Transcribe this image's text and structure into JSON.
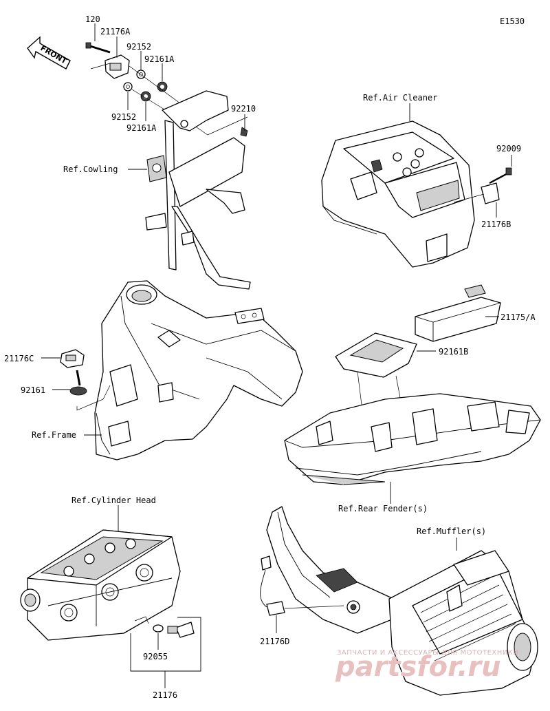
{
  "diagram_id": "E1530",
  "front_label": "FRONT",
  "labels": {
    "p120": "120",
    "p21176A": "21176A",
    "p92152_a": "92152",
    "p92161A_a": "92161A",
    "p92152_b": "92152",
    "p92161A_b": "92161A",
    "p92210": "92210",
    "ref_cowling": "Ref.Cowling",
    "ref_air_cleaner": "Ref.Air Cleaner",
    "p92009": "92009",
    "p21176B": "21176B",
    "p21176C": "21176C",
    "p92161": "92161",
    "p21175A": "21175/A",
    "p92161B": "92161B",
    "ref_frame": "Ref.Frame",
    "ref_rear_fender": "Ref.Rear Fender(s)",
    "ref_cylinder_head": "Ref.Cylinder Head",
    "ref_muffler": "Ref.Muffler(s)",
    "p21176D": "21176D",
    "p92055": "92055",
    "p21176": "21176"
  },
  "watermark": {
    "line1": "ЗАПЧАСТИ И АКСЕССУАРЫ ДЛЯ МОТОТЕХНИКИ",
    "line2": "partsfor.ru"
  }
}
